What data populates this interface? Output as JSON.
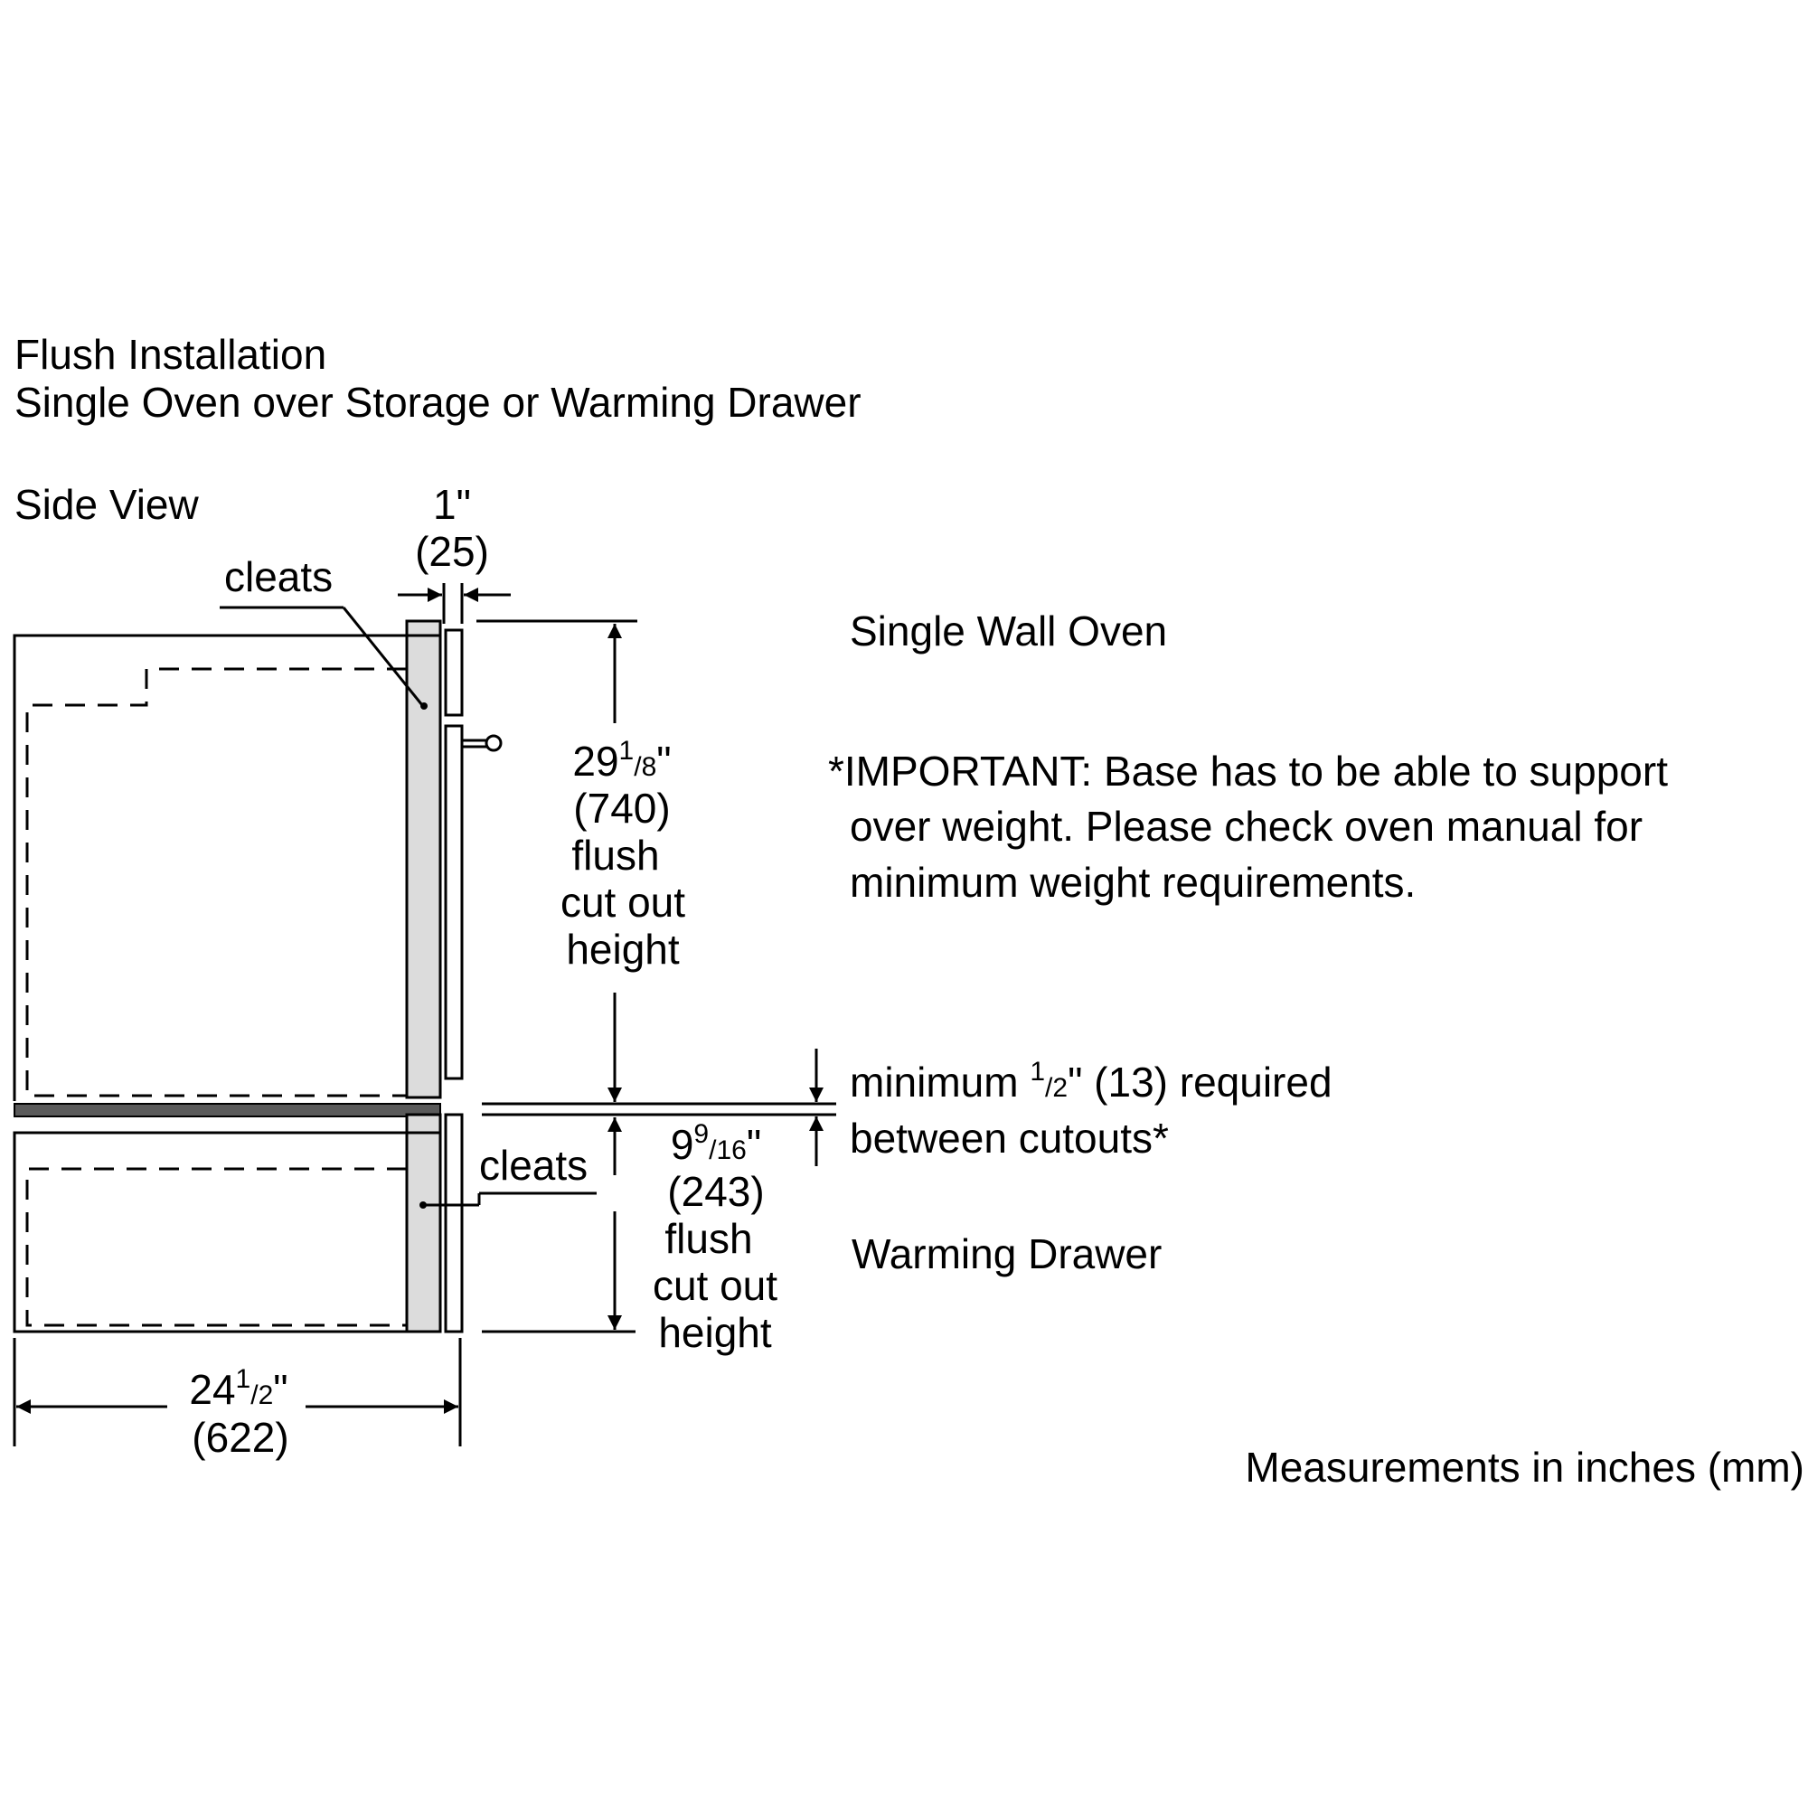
{
  "title": {
    "line1": "Flush Installation",
    "line2": "Single Oven over Storage or Warming Drawer"
  },
  "view_label": "Side View",
  "gap_dim": {
    "inches": "1\"",
    "mm": "(25)"
  },
  "cleats_label_top": "cleats",
  "cleats_label_bottom": "cleats",
  "oven_label": "Single Wall Oven",
  "drawer_label": "Warming Drawer",
  "oven_dim": {
    "whole": "29",
    "num": "1",
    "den": "/8",
    "quote": "\"",
    "mm": "(740)",
    "line3": "flush",
    "line4": "cut out",
    "line5": "height"
  },
  "drawer_dim": {
    "whole": "9",
    "num": "9",
    "den": "/16",
    "quote": "\"",
    "mm": "(243)",
    "line3": "flush",
    "line4": "cut out",
    "line5": "height"
  },
  "width_dim": {
    "whole": "24",
    "num": "1",
    "den": "/2",
    "quote": "\"",
    "mm": "(622)"
  },
  "important_note": {
    "line1": "*IMPORTANT: Base has to be able to support",
    "line2": "over weight. Please check oven manual for",
    "line3": "minimum weight requirements."
  },
  "min_gap_note": {
    "prefix": "minimum ",
    "num": "1",
    "den": "/2",
    "suffix": "\" (13) required",
    "line2": "between cutouts*"
  },
  "footer": "Measurements in inches (mm)",
  "colors": {
    "line": "#000000",
    "panel_fill": "#dcdcdc",
    "base_band": "#5a5a5a"
  }
}
